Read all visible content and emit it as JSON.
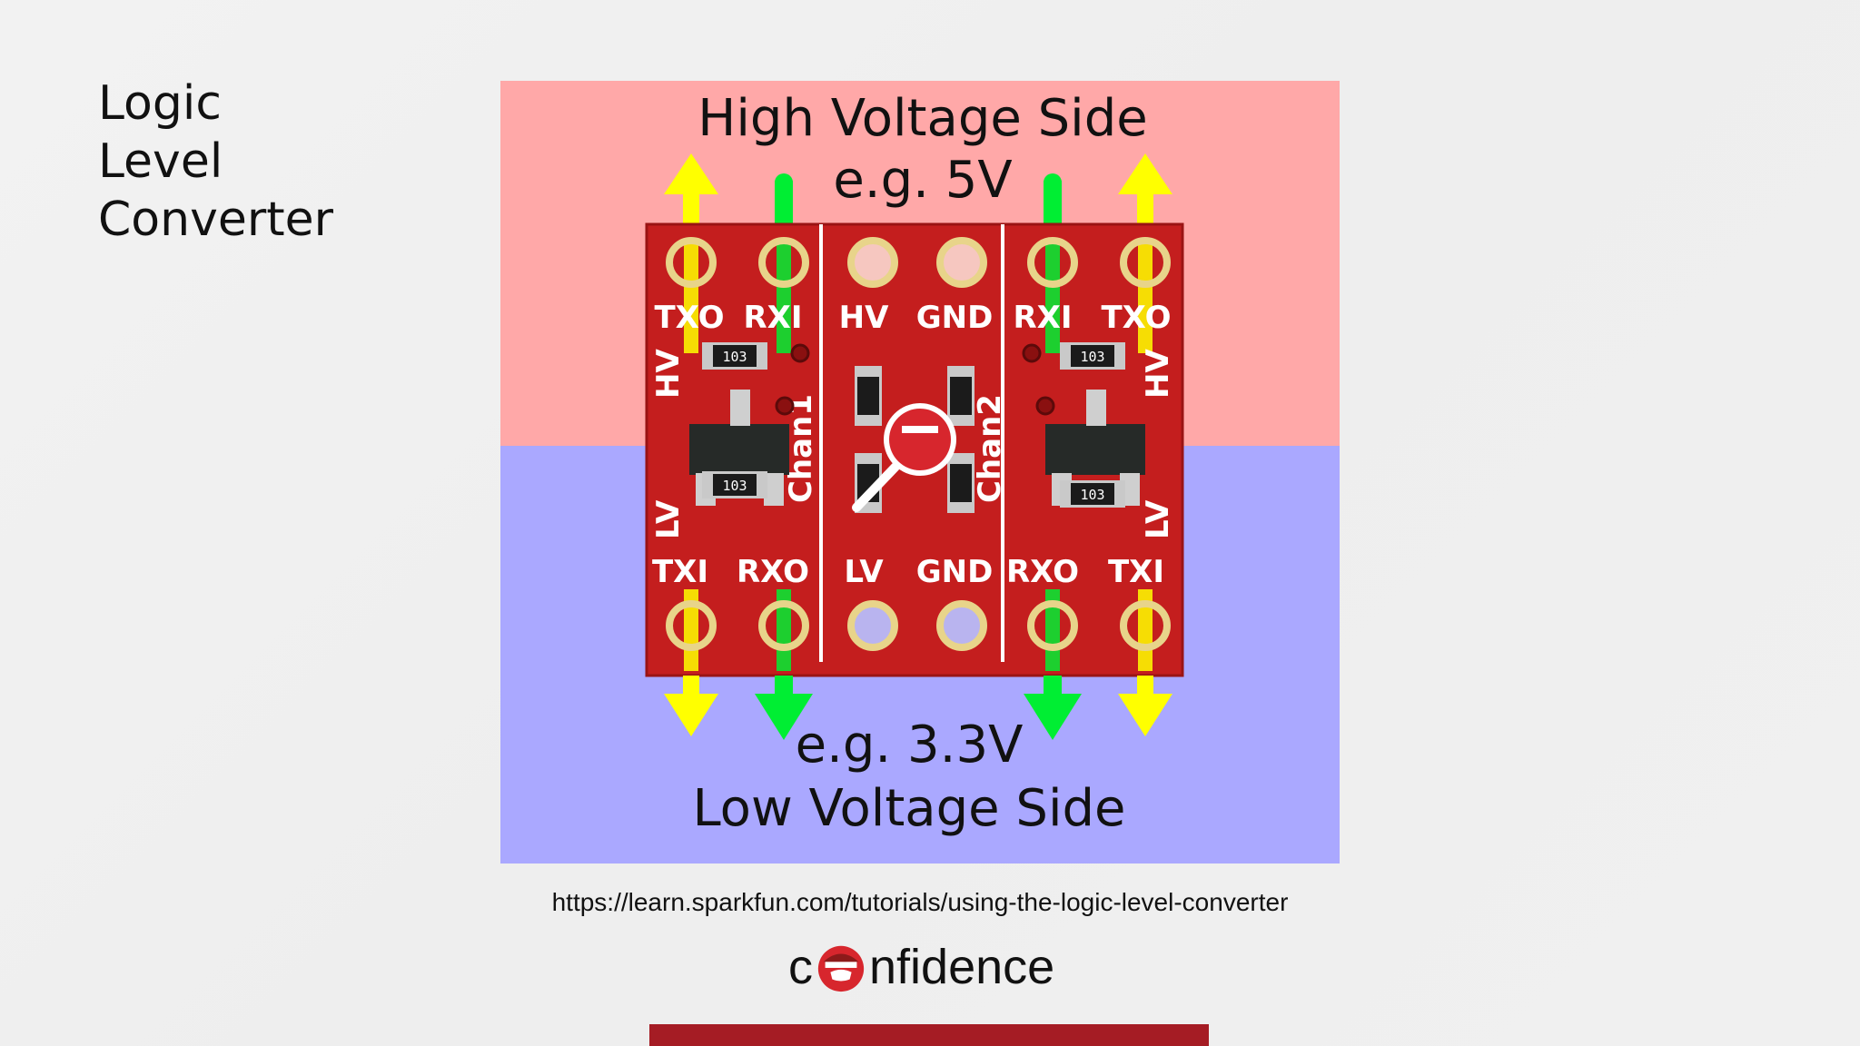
{
  "slide": {
    "title_lines": [
      "Logic",
      "Level",
      "Converter"
    ],
    "source_url": "https://learn.sparkfun.com/tutorials/using-the-logic-level-converter",
    "logo": {
      "prefix": "c",
      "suffix": "nfidence"
    }
  },
  "figure": {
    "high_side": {
      "title": "High Voltage Side",
      "example": "e.g. 5V",
      "color": "#ffa8a8"
    },
    "low_side": {
      "title": "Low Voltage Side",
      "example": "e.g. 3.3V",
      "color": "#aaa8ff"
    },
    "board": {
      "top_pins": [
        "TXO",
        "RXI",
        "HV",
        "GND",
        "RXI",
        "TXO"
      ],
      "bottom_pins": [
        "TXI",
        "RXO",
        "LV",
        "GND",
        "RXO",
        "TXI"
      ],
      "channel_labels": [
        "Chan1",
        "Chan2"
      ],
      "side_labels": [
        "HV",
        "LV",
        "HV",
        "LV"
      ],
      "resistor_code": "103",
      "pcb_color": "#c41e1e"
    },
    "arrow_colors": {
      "tx": "#ffff00",
      "rx": "#00ee33"
    }
  },
  "colors": {
    "footer_bar": "#a51c24",
    "brand_red": "#d7262d"
  }
}
